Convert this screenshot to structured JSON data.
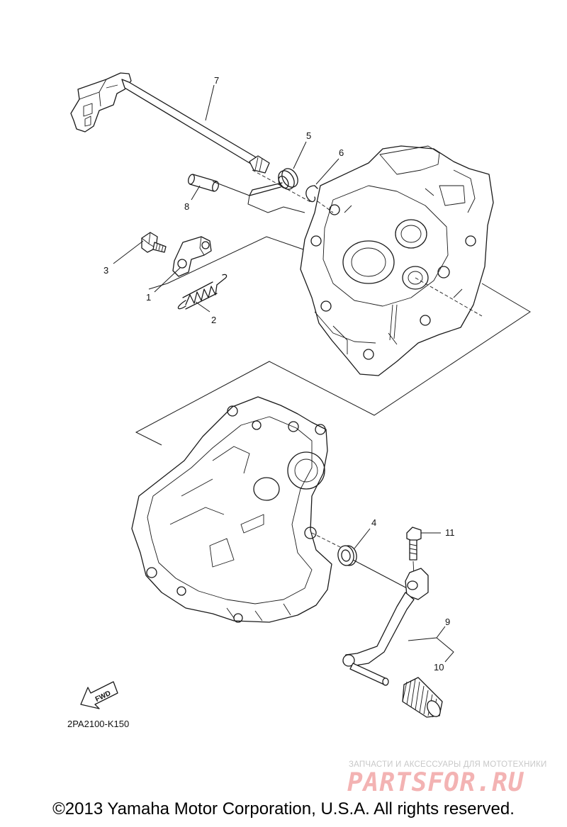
{
  "callouts": [
    {
      "id": "1",
      "text": "1"
    },
    {
      "id": "2",
      "text": "2"
    },
    {
      "id": "3",
      "text": "3"
    },
    {
      "id": "4",
      "text": "4"
    },
    {
      "id": "5",
      "text": "5"
    },
    {
      "id": "6",
      "text": "6"
    },
    {
      "id": "7",
      "text": "7"
    },
    {
      "id": "8",
      "text": "8"
    },
    {
      "id": "9",
      "text": "9"
    },
    {
      "id": "10",
      "text": "10"
    },
    {
      "id": "11",
      "text": "11"
    }
  ],
  "fwd_label": "FWD",
  "diagram_code": "2PA2100-K150",
  "watermark": {
    "caption": "ЗАПЧАСТИ И АКСЕССУАРЫ ДЛЯ МОТОТЕХНИКИ",
    "logo": "PARTSFOR.RU"
  },
  "copyright": "©2013 Yamaha Motor Corporation, U.S.A. All rights reserved.",
  "colors": {
    "line": "#1a1a1a",
    "watermark_logo": "#f3b3b3",
    "watermark_caption": "#c8c8c8"
  },
  "icons": [
    "fwd-arrow-icon"
  ]
}
